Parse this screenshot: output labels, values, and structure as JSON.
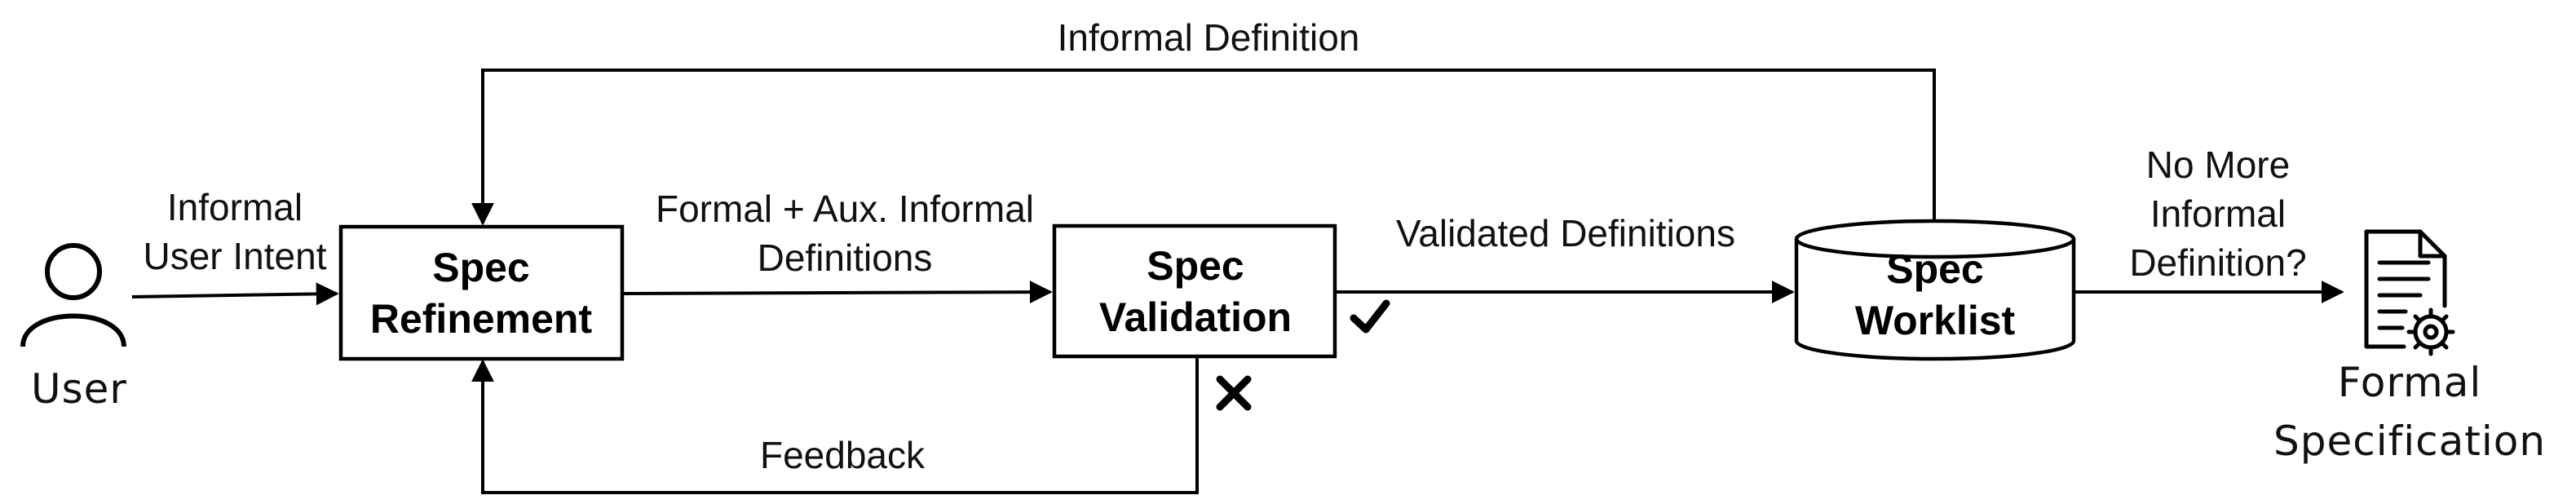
{
  "nodes": {
    "user": {
      "label": "User"
    },
    "spec_refinement": {
      "line1": "Spec",
      "line2": "Refinement"
    },
    "spec_validation": {
      "line1": "Spec",
      "line2": "Validation"
    },
    "spec_worklist": {
      "line1": "Spec",
      "line2": "Worklist"
    },
    "formal_spec": {
      "line1": "Formal",
      "line2": "Specification"
    }
  },
  "edges": {
    "user_to_refinement": {
      "line1": "Informal",
      "line2": "User Intent"
    },
    "refinement_to_validation": {
      "line1": "Formal + Aux. Informal",
      "line2": "Definitions"
    },
    "validation_to_worklist": {
      "label": "Validated Definitions"
    },
    "worklist_to_refinement": {
      "label": "Informal Definition"
    },
    "validation_to_refinement": {
      "label": "Feedback"
    },
    "worklist_to_formal": {
      "line1": "No More",
      "line2": "Informal",
      "line3": "Definition?"
    }
  },
  "icons": {
    "user": "person-icon",
    "check": "check-mark-icon",
    "cross": "cross-mark-icon",
    "document": "document-gear-icon"
  },
  "colors": {
    "stroke": "#000000",
    "background": "#ffffff"
  }
}
